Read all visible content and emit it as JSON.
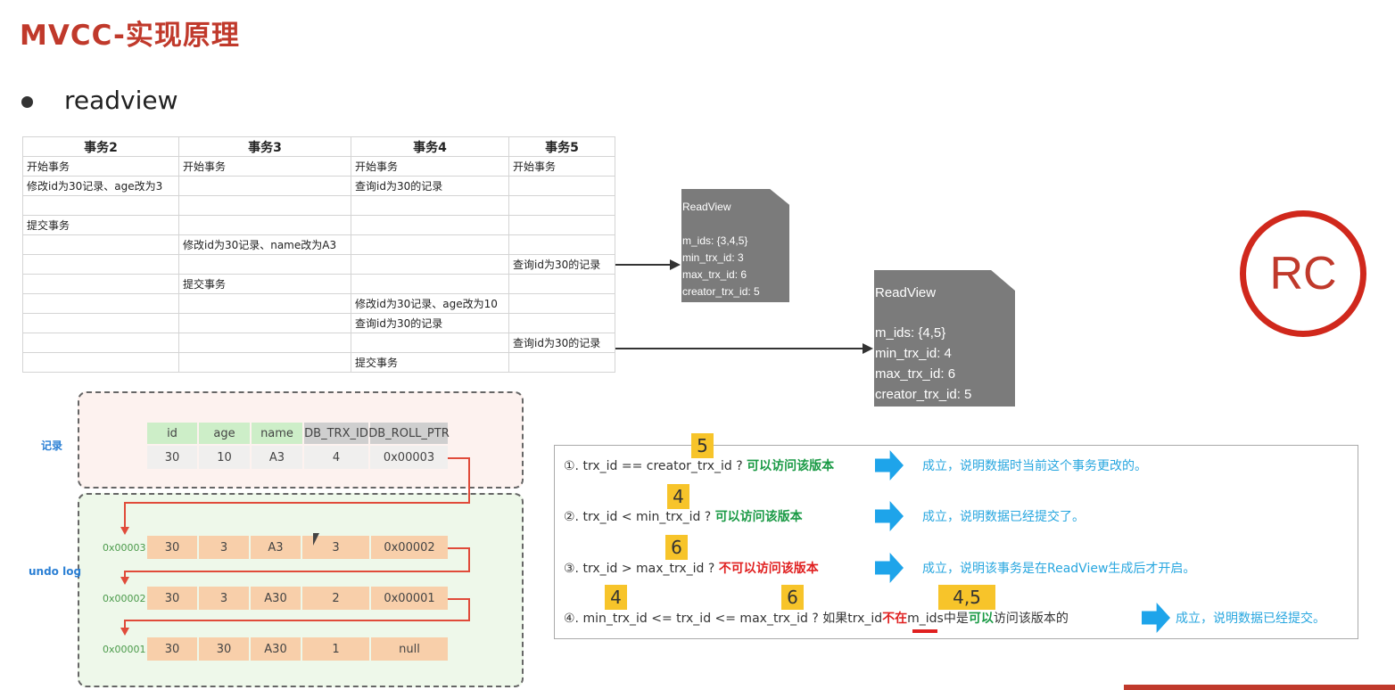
{
  "title": "MVCC-实现原理",
  "bullet": "readview",
  "table": {
    "headers": [
      "事务2",
      "事务3",
      "事务4",
      "事务5"
    ],
    "rows": [
      [
        "开始事务",
        "开始事务",
        "开始事务",
        "开始事务"
      ],
      [
        "修改id为30记录、age改为3",
        "",
        "查询id为30的记录",
        ""
      ],
      [
        "",
        "",
        "",
        ""
      ],
      [
        "提交事务",
        "",
        "",
        ""
      ],
      [
        "",
        "修改id为30记录、name改为A3",
        "",
        ""
      ],
      [
        "",
        "",
        "",
        "查询id为30的记录"
      ],
      [
        "",
        "提交事务",
        "",
        ""
      ],
      [
        "",
        "",
        "修改id为30记录、age改为10",
        ""
      ],
      [
        "",
        "",
        "查询id为30的记录",
        ""
      ],
      [
        "",
        "",
        "",
        "查询id为30的记录"
      ],
      [
        "",
        "",
        "提交事务",
        ""
      ]
    ]
  },
  "readview1": {
    "title": "ReadView",
    "m_ids": "m_ids: {3,4,5}",
    "min_trx_id": "min_trx_id: 3",
    "max_trx_id": "max_trx_id: 6",
    "creator_trx_id": "creator_trx_id: 5"
  },
  "readview2": {
    "title": "ReadView",
    "m_ids": "m_ids: {4,5}",
    "min_trx_id": "min_trx_id: 4",
    "max_trx_id": "max_trx_id: 6",
    "creator_trx_id": "creator_trx_id: 5"
  },
  "badge": "RC",
  "record": {
    "label": "记录",
    "headers": [
      "id",
      "age",
      "name",
      "DB_TRX_ID",
      "DB_ROLL_PTR"
    ],
    "values": [
      "30",
      "10",
      "A3",
      "4",
      "0x00003"
    ]
  },
  "undo": {
    "label": "undo log",
    "rows": [
      {
        "addr": "0x00003",
        "cells": [
          "30",
          "3",
          "A3",
          "3",
          "0x00002"
        ]
      },
      {
        "addr": "0x00002",
        "cells": [
          "30",
          "3",
          "A30",
          "2",
          "0x00001"
        ]
      },
      {
        "addr": "0x00001",
        "cells": [
          "30",
          "30",
          "A30",
          "1",
          "null"
        ]
      }
    ]
  },
  "rules": {
    "r1": {
      "cond": "①. trx_id  == creator_trx_id ?",
      "ok": "可以访问该版本",
      "res": "成立，说明数据时当前这个事务更改的。",
      "note": "5"
    },
    "r2": {
      "cond": "②. trx_id < min_trx_id ?",
      "ok": "可以访问该版本",
      "res": "成立，说明数据已经提交了。",
      "note": "4"
    },
    "r3": {
      "cond": "③. trx_id > max_trx_id ?",
      "no": "不可以访问该版本",
      "res": "成立，说明该事务是在ReadView生成后才开启。",
      "note": "6"
    },
    "r4": {
      "cond_a": "④. min_trx_id <= trx_id <= max_trx_id ?  如果trx_id",
      "not_in": "不在",
      "cond_b": "m_ids中是",
      "ok": "可以",
      "cond_c": "访问该版本的",
      "res": "成立，说明数据已经提交。",
      "note_a": "4",
      "note_b": "6",
      "note_c": "4,5"
    }
  },
  "colors": {
    "title": "#c0392b",
    "accent_green": "#1a9a45",
    "accent_red": "#e02020",
    "accent_blue": "#27a6df",
    "readview_bg": "#7b7b7b"
  }
}
